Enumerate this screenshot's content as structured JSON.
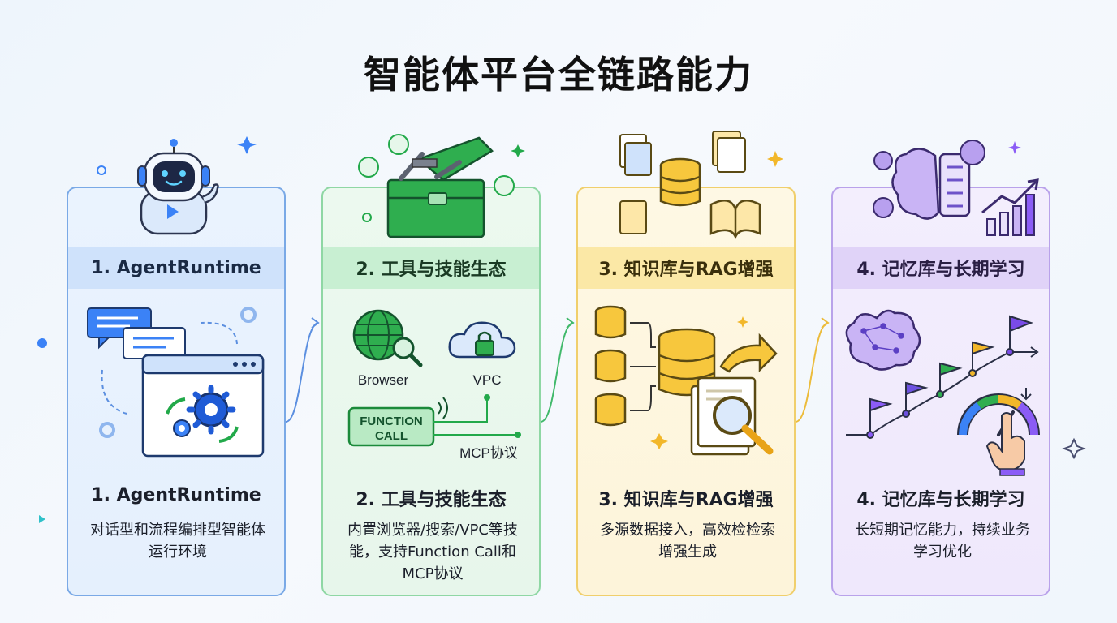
{
  "title": "智能体平台全链路能力",
  "cards": [
    {
      "header": "1. AgentRuntime",
      "footer_title": "1. AgentRuntime",
      "desc": "对话型和流程编排型智能体运行环境"
    },
    {
      "header": "2. 工具与技能生态",
      "footer_title": "2. 工具与技能生态",
      "desc": "内置浏览器/搜索/VPC等技能，支持Function Call和MCP协议",
      "labels": {
        "browser": "Browser",
        "vpc": "VPC",
        "function_call_line1": "FUNCTION",
        "function_call_line2": "CALL",
        "mcp": "MCP协议"
      }
    },
    {
      "header": "3. 知识库与RAG增强",
      "footer_title": "3. 知识库与RAG增强",
      "desc": "多源数据接入，高效检检索增强生成"
    },
    {
      "header": "4. 记忆库与长期学习",
      "footer_title": "4. 记忆库与长期学习",
      "desc": "长短期记忆能力，持续业务学习优化"
    }
  ],
  "colors": {
    "blue": "#3b82f6",
    "green": "#22a94a",
    "yellow": "#f2b72a",
    "purple": "#8b5cf6"
  },
  "icons": [
    "robot-icon",
    "toolbox-icon",
    "database-icon",
    "brain-icon",
    "chat-icon",
    "gear-icon",
    "globe-icon",
    "cloud-lock-icon",
    "magnifier-icon",
    "flag-icon",
    "gauge-icon"
  ]
}
